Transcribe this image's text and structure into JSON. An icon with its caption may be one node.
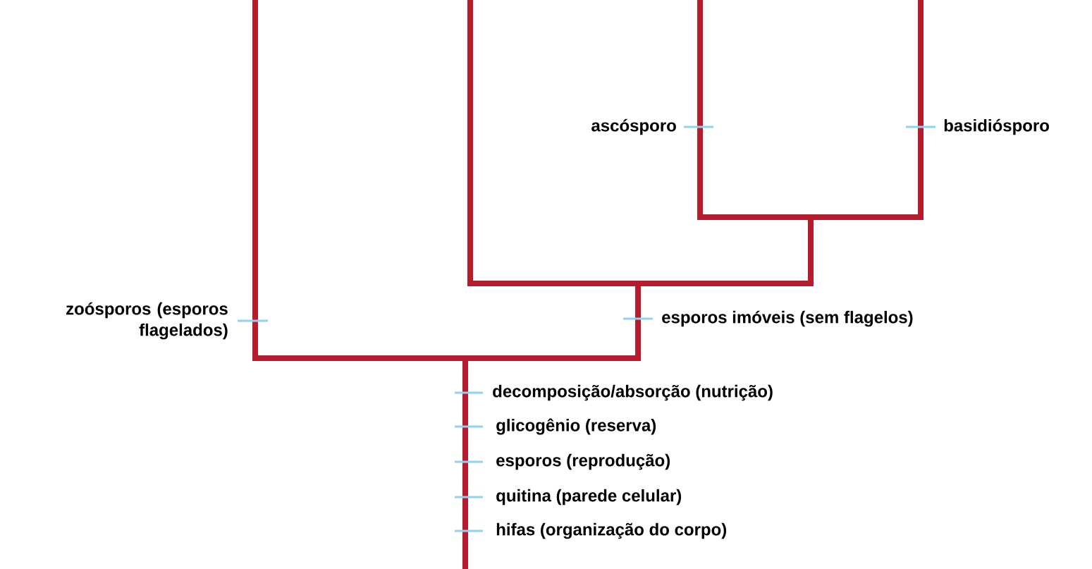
{
  "diagram": {
    "labels": [
      "ascósporo",
      "basidiósporo",
      "zoósporos (esporos flagelados)",
      "esporos imóveis (sem flagelos)",
      "decomposição/absorção (nutrição)",
      "glicogênio (reserva)",
      "esporos (reprodução)",
      "quitina (parede celular)",
      "hifas (organização do corpo)"
    ]
  }
}
